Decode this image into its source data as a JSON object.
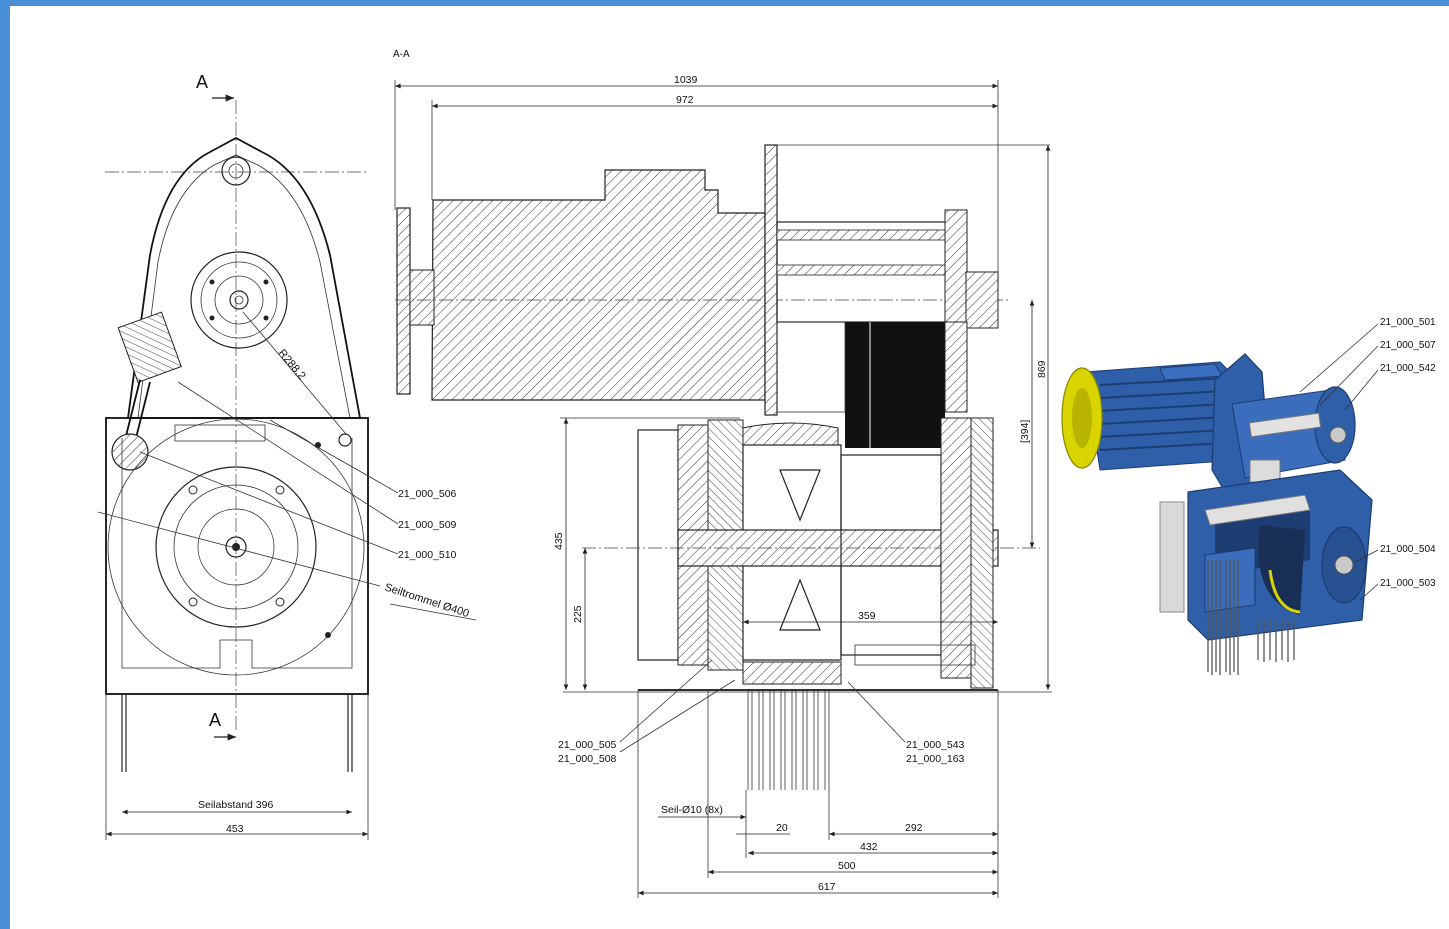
{
  "section_marker": "A",
  "section_title": "A-A",
  "front_view": {
    "radius_label": "R288,2",
    "drum_label": "Seiltrommel Ø400",
    "rope_spacing_label": "Seilabstand 396",
    "width_label": "453"
  },
  "section_view": {
    "dims": {
      "overall_length": "1039",
      "body_length": "972",
      "overall_height": "869",
      "ref_height": "[394]",
      "height_435": "435",
      "height_225": "225",
      "drum_length": "359",
      "rope_label": "Seil-Ø10 (8x)",
      "pitch_20": "20",
      "d292": "292",
      "d432": "432",
      "d500": "500",
      "d617": "617"
    },
    "callouts_left": [
      "21_000_505",
      "21_000_508"
    ],
    "callouts_right": [
      "21_000_543",
      "21_000_163"
    ]
  },
  "front_callouts": [
    "21_000_506",
    "21_000_509",
    "21_000_510"
  ],
  "iso_callouts": {
    "top": [
      "21_000_501",
      "21_000_507",
      "21_000_542"
    ],
    "bottom": [
      "21_000_504",
      "21_000_503"
    ]
  },
  "colors": {
    "frame": "#4a90d9",
    "model_blue": "#2f5fa8",
    "model_dark": "#1d3d73",
    "motor_cap": "#d8d400"
  }
}
